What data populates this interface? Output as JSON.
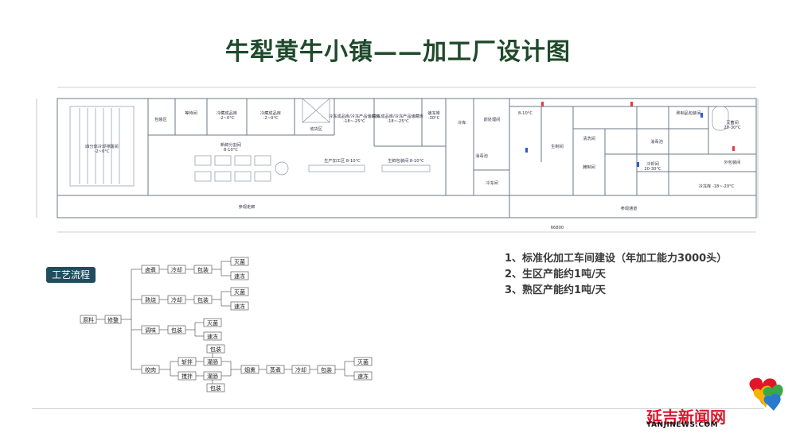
{
  "title": "牛犁黄牛小镇——加工厂设计图",
  "floorplan": {
    "rooms": [
      {
        "id": "r1",
        "text": "四分体冷却排酸间\n-2~0°C"
      },
      {
        "id": "r2",
        "text": "包装区"
      },
      {
        "id": "r3",
        "text": "等待间"
      },
      {
        "id": "r4",
        "text": "冷藏成品库\n-2~0°C"
      },
      {
        "id": "r5",
        "text": "冷藏成品库\n-2~0°C"
      },
      {
        "id": "r6",
        "text": "冷冻成品库/冷冻产品储藏库\n-18~-25°C"
      },
      {
        "id": "r7",
        "text": "冷冻成品库/冷冻产品储藏库\n-18~-25°C"
      },
      {
        "id": "r8",
        "text": "速冻库\n-30°C"
      },
      {
        "id": "r9",
        "text": "收货区"
      },
      {
        "id": "r10",
        "text": "新鲜分割间\n8-10°C"
      },
      {
        "id": "r11",
        "text": "生产加工区 8-10°C"
      },
      {
        "id": "r12",
        "text": "生鲜包装间 8-10°C"
      },
      {
        "id": "r13",
        "text": "参观走廊"
      },
      {
        "id": "r14",
        "text": "前处理间"
      },
      {
        "id": "r15",
        "text": "8-10°C"
      },
      {
        "id": "r16",
        "text": "生制间"
      },
      {
        "id": "r17",
        "text": "清洗间"
      },
      {
        "id": "r18",
        "text": "腌制间"
      },
      {
        "id": "r19",
        "text": "冷却间\n20-30°C"
      },
      {
        "id": "r20",
        "text": "熟制品包装间"
      },
      {
        "id": "r21",
        "text": "灭菌间\n20-30°C"
      },
      {
        "id": "r22",
        "text": "外包装间"
      },
      {
        "id": "r23",
        "text": "冷冻库 -18~-20°C"
      },
      {
        "id": "r24",
        "text": "参观通道"
      },
      {
        "id": "r25",
        "text": "消毒池"
      },
      {
        "id": "r26",
        "text": "消毒池"
      },
      {
        "id": "r27",
        "text": "冷库"
      },
      {
        "id": "r28",
        "text": "冷冻间"
      }
    ],
    "dims": {
      "total": "66800"
    }
  },
  "process": {
    "badge": "工艺流程",
    "n": {
      "raw": "原料",
      "split": "修整",
      "b1": "卤煮",
      "b1c": "冷却",
      "b1p": "包装",
      "b1s": "灭菌",
      "b1f": "速冻",
      "b2": "熟烧",
      "b2c": "冷却",
      "b2p": "包装",
      "b2s": "灭菌",
      "b2f": "速冻",
      "b3": "调味",
      "b3p": "包装",
      "b3s": "灭菌",
      "b3f": "速冻",
      "b4": "绞肉",
      "b4a": "斩拌",
      "b4b": "搅拌",
      "b4c": "灌肠",
      "b4d": "灌肠",
      "b4e": "包装",
      "b4f": "包装",
      "b4g": "烟熏",
      "b4h": "蒸煮",
      "b4i": "冷却",
      "b4j": "包装",
      "b4s": "灭菌",
      "b4k": "速冻"
    }
  },
  "capacity": [
    "1、标准化加工车间建设（年加工能力3000头）",
    "2、生区产能约1吨/天",
    "3、熟区产能约1吨/天"
  ],
  "watermark": {
    "cn": "延吉新闻网",
    "en": "YANJINEWS.COM"
  },
  "colors": {
    "title": "#1f4a2b",
    "badge": "#1f4d5e",
    "wm": "#e0162b"
  }
}
